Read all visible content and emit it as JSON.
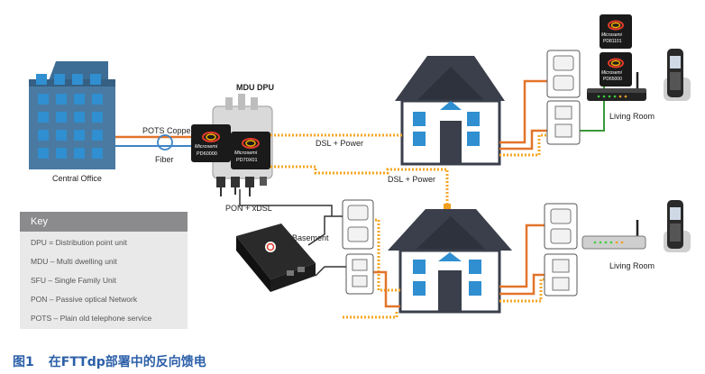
{
  "labels": {
    "mdu_dpu": "MDU DPU",
    "pots_copper": "POTS Copper",
    "fiber": "Fiber",
    "central_office": "Central Office",
    "dsl_power_1": "DSL + Power",
    "dsl_power_2": "DSL + Power",
    "pon_xdsl": "PON + xDSL",
    "basement": "Basement",
    "living_room_1": "Living Room",
    "living_room_2": "Living Room"
  },
  "chips": {
    "brand": "Microsemi",
    "pd60000": "PD60000",
    "pd70x01": "PD70X01",
    "pd81101": "PD81101",
    "pd65000": "PD65000"
  },
  "key": {
    "title": "Key",
    "items": [
      "DPU = Distribution point unit",
      "MDU – Multi dwelling unit",
      "SFU – Single Family Unit",
      "PON – Passive optical Network",
      "POTS – Plain old telephone service"
    ]
  },
  "caption": {
    "number": "图1",
    "text": "在FTTdp部署中的反向馈电"
  },
  "colors": {
    "copper": "#e2742a",
    "fiber": "#3d85c6",
    "power": "#f0a020",
    "house": "#3a3f4b",
    "building": "#3f6f9a",
    "window": "#2f8fd0",
    "caption": "#2b5fa8"
  }
}
